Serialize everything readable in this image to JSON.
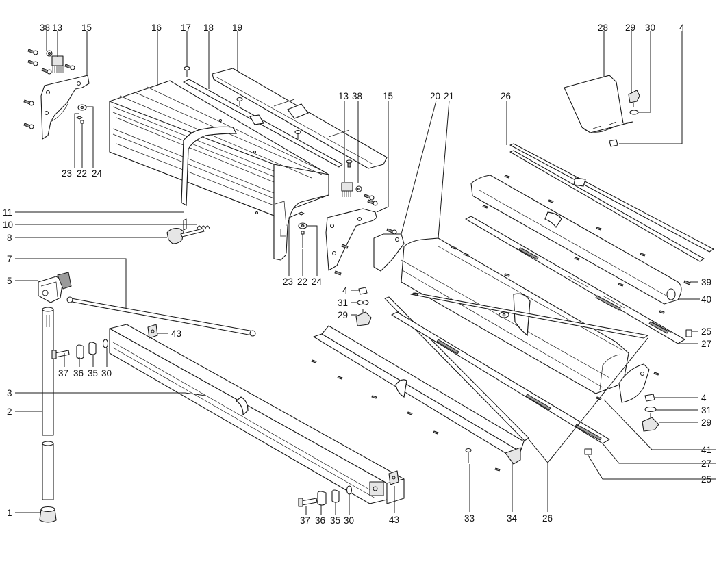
{
  "diagram": {
    "callouts": {
      "c38a": "38",
      "c13a": "13",
      "c15a": "15",
      "c16": "16",
      "c17": "17",
      "c18": "18",
      "c19": "19",
      "c28": "28",
      "c29a": "29",
      "c30a": "30",
      "c4a": "4",
      "c23a": "23",
      "c22a": "22",
      "c24a": "24",
      "c13b": "13",
      "c38b": "38",
      "c15b": "15",
      "c20": "20",
      "c21": "21",
      "c26a": "26",
      "c11": "11",
      "c10": "10",
      "c8": "8",
      "c7": "7",
      "c5": "5",
      "c23b": "23",
      "c22b": "22",
      "c24b": "24",
      "c4b": "4",
      "c31a": "31",
      "c29b": "29",
      "c39": "39",
      "c40": "40",
      "c25a": "25",
      "c27a": "27",
      "c43a": "43",
      "c37a": "37",
      "c36a": "36",
      "c35a": "35",
      "c30b": "30",
      "c3": "3",
      "c2": "2",
      "c1": "1",
      "c4c": "4",
      "c31b": "31",
      "c29c": "29",
      "c41": "41",
      "c27b": "27",
      "c25b": "25",
      "c37b": "37",
      "c36b": "36",
      "c35b": "35",
      "c30c": "30",
      "c43b": "43",
      "c33": "33",
      "c34": "34",
      "c26b": "26"
    }
  }
}
